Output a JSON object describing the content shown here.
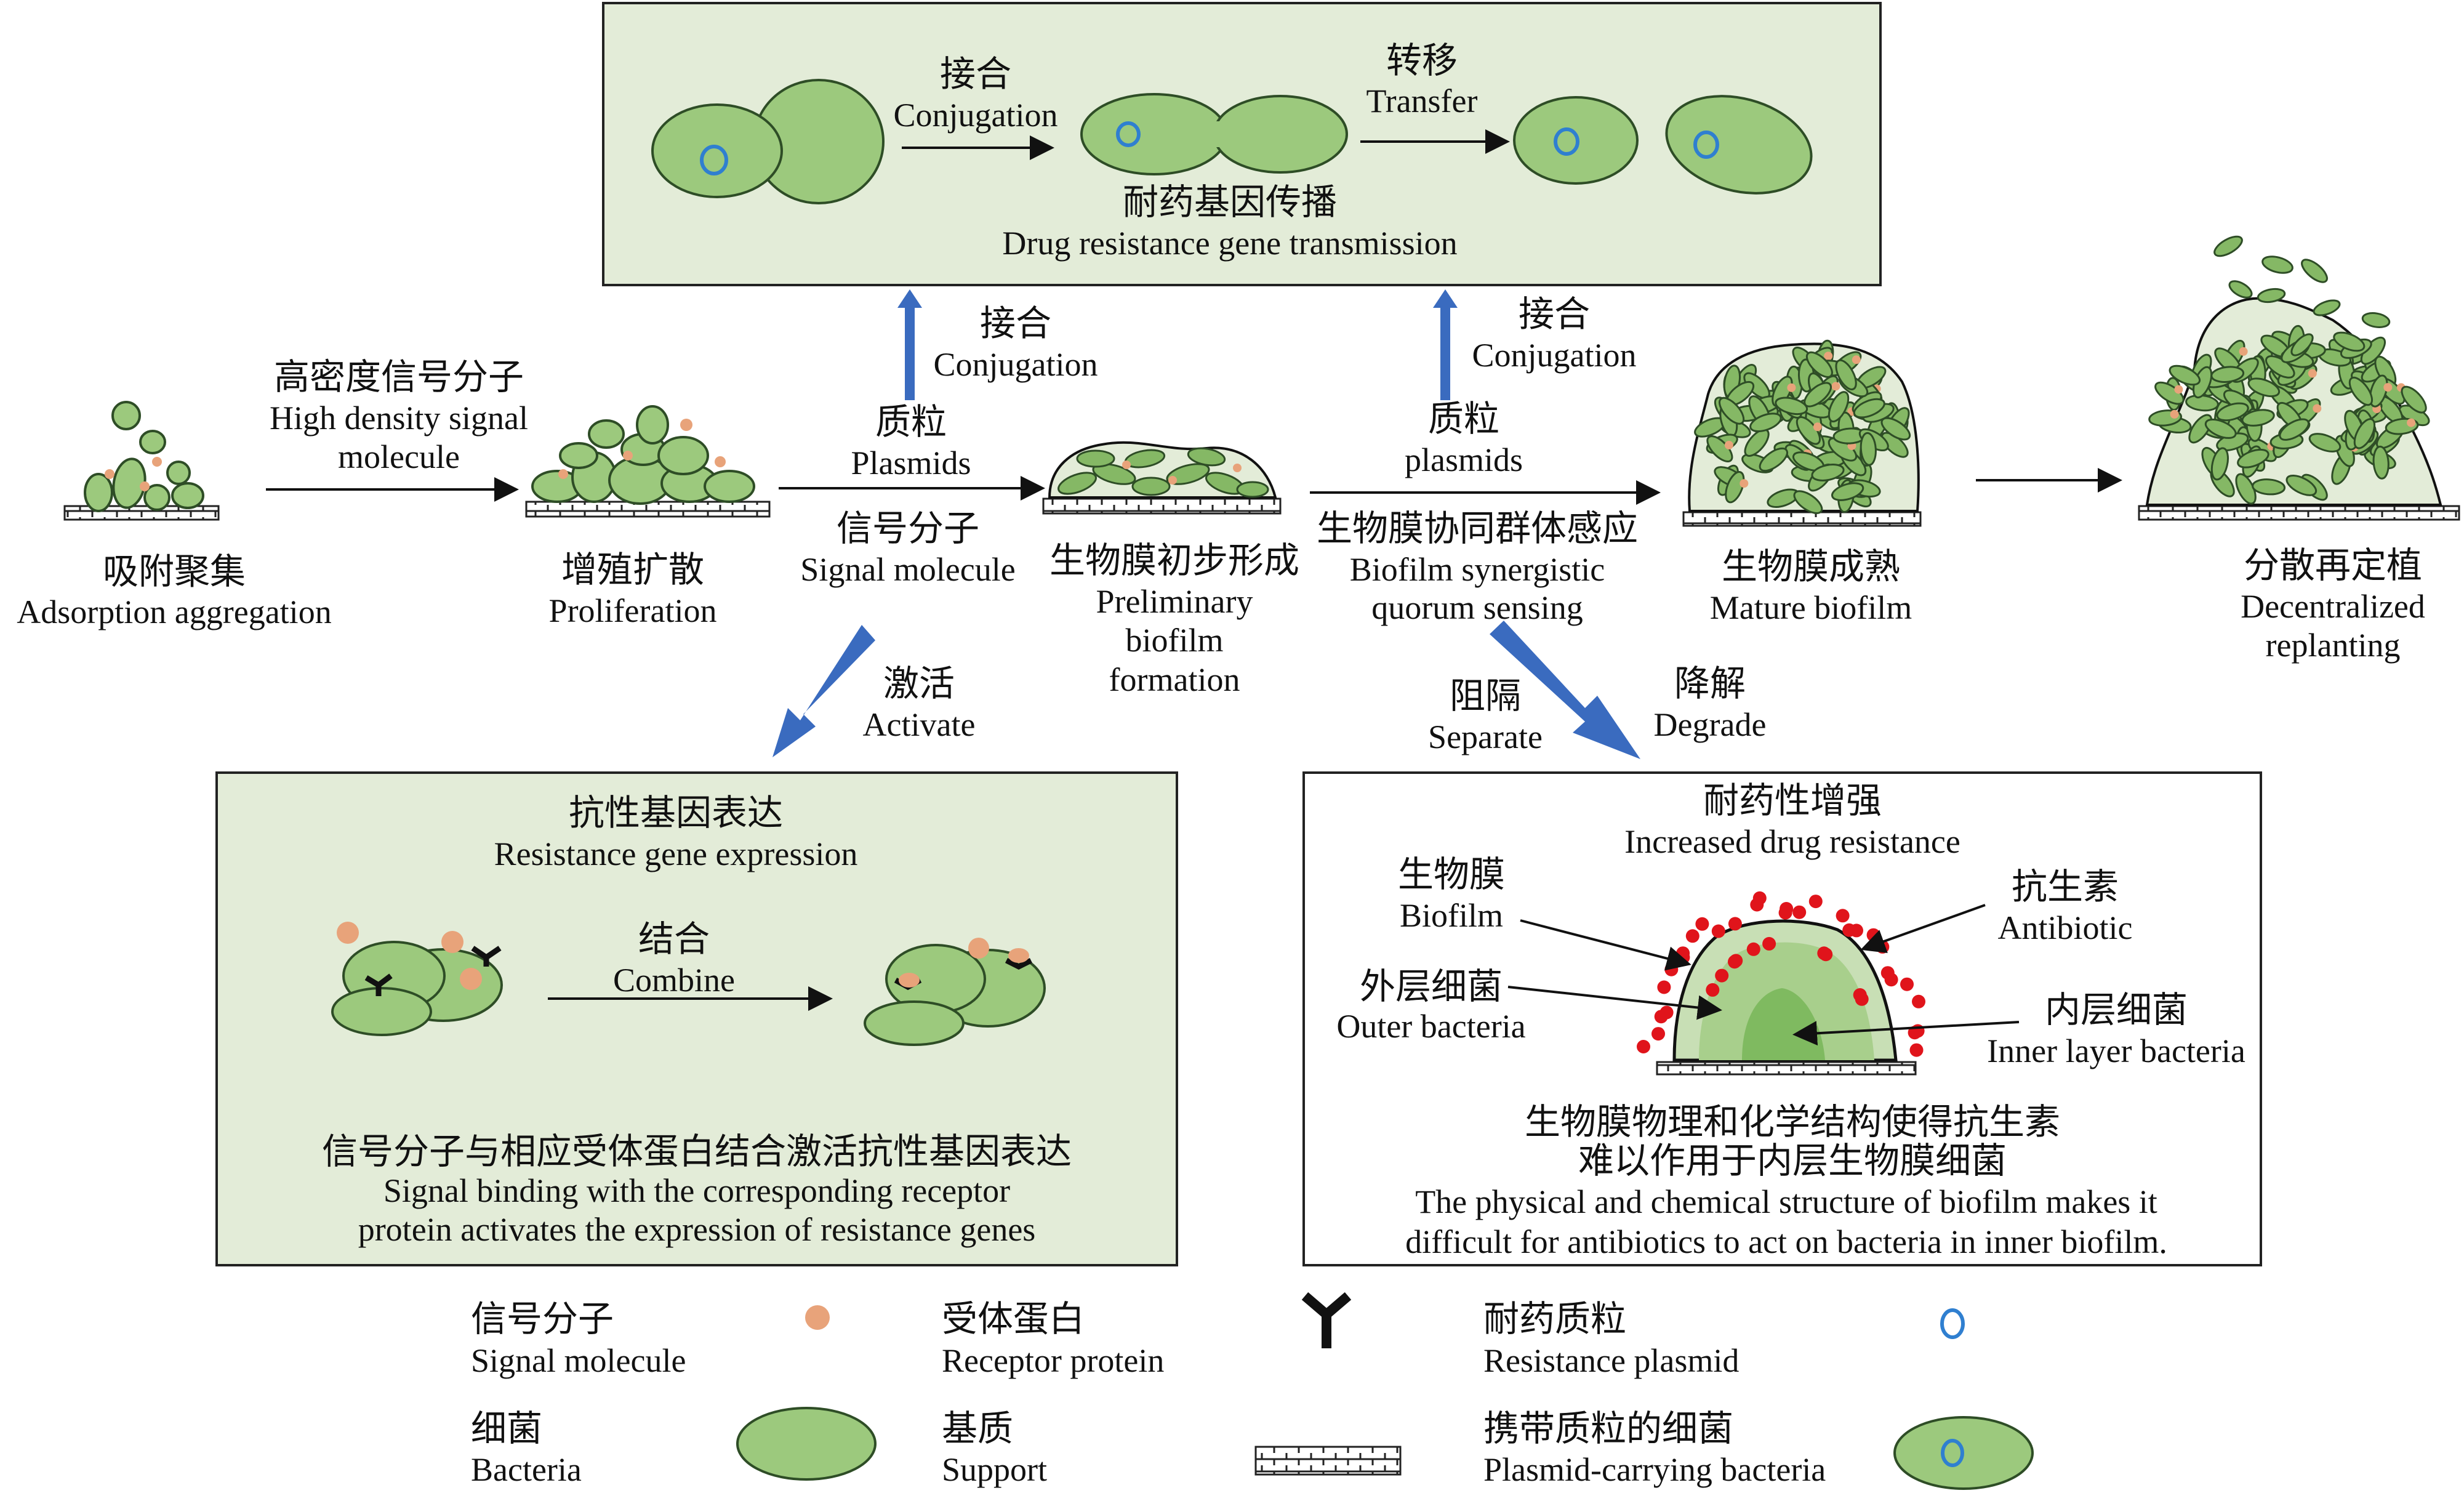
{
  "colors": {
    "bacteria": "#9cc97d",
    "box": "#e3ecd8",
    "signal": "#e8a37a",
    "plasmid": "#2f7fd0",
    "antibiotic": "#e0141b",
    "blue_arrow": "#3a6bbf"
  },
  "top_box": {
    "conj_cn": "接合",
    "conj_en": "Conjugation",
    "transfer_cn": "转移",
    "transfer_en": "Transfer",
    "title_cn": "耐药基因传播",
    "title_en": "Drug resistance gene transmission"
  },
  "stages": {
    "s1_cn": "吸附聚集",
    "s1_en": "Adsorption aggregation",
    "s2_cn": "增殖扩散",
    "s2_en": "Proliferation",
    "s3_cn": "生物膜初步形成",
    "s3_en1": "Preliminary",
    "s3_en2": "biofilm",
    "s3_en3": "formation",
    "s4_cn": "生物膜成熟",
    "s4_en": "Mature biofilm",
    "s5_cn": "分散再定植",
    "s5_en1": "Decentralized",
    "s5_en2": "replanting"
  },
  "flow": {
    "hd_cn": "高密度信号分子",
    "hd_en1": "High density signal",
    "hd_en2": "molecule",
    "conj1_cn": "接合",
    "conj1_en": "Conjugation",
    "plas1_cn": "质粒",
    "plas1_en": "Plasmids",
    "sig_cn": "信号分子",
    "sig_en": "Signal molecule",
    "conj2_cn": "接合",
    "conj2_en": "Conjugation",
    "plas2_cn": "质粒",
    "plas2_en": "plasmids",
    "qs_cn": "生物膜协同群体感应",
    "qs_en1": "Biofilm synergistic",
    "qs_en2": "quorum sensing",
    "act_cn": "激活",
    "act_en": "Activate",
    "sep_cn": "阻隔",
    "sep_en": "Separate",
    "deg_cn": "降解",
    "deg_en": "Degrade"
  },
  "left_box": {
    "title_cn": "抗性基因表达",
    "title_en": "Resistance gene expression",
    "comb_cn": "结合",
    "comb_en": "Combine",
    "desc_cn": "信号分子与相应受体蛋白结合激活抗性基因表达",
    "desc_en1": "Signal binding with the corresponding receptor",
    "desc_en2": "protein activates the expression of resistance genes"
  },
  "right_box": {
    "title_cn": "耐药性增强",
    "title_en": "Increased drug resistance",
    "biofilm_cn": "生物膜",
    "biofilm_en": "Biofilm",
    "outer_cn": "外层细菌",
    "outer_en": "Outer bacteria",
    "anti_cn": "抗生素",
    "anti_en": "Antibiotic",
    "inner_cn": "内层细菌",
    "inner_en": "Inner layer bacteria",
    "desc_cn1": "生物膜物理和化学结构使得抗生素",
    "desc_cn2": "难以作用于内层生物膜细菌",
    "desc_en1": "The physical and chemical structure of biofilm makes it",
    "desc_en2": "difficult for antibiotics to act on bacteria in inner biofilm."
  },
  "legend": {
    "sig_cn": "信号分子",
    "sig_en": "Signal molecule",
    "rec_cn": "受体蛋白",
    "rec_en": "Receptor protein",
    "plas_cn": "耐药质粒",
    "plas_en": "Resistance plasmid",
    "bac_cn": "细菌",
    "bac_en": "Bacteria",
    "sup_cn": "基质",
    "sup_en": "Support",
    "pcb_cn": "携带质粒的细菌",
    "pcb_en": "Plasmid-carrying bacteria"
  }
}
